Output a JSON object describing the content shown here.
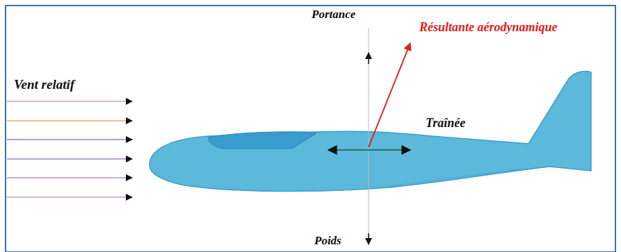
{
  "diagram": {
    "labels": [
      "Portance",
      "Résultante aérodynamique",
      "Vent relatif",
      "Traînée",
      "Poids"
    ]
  }
}
